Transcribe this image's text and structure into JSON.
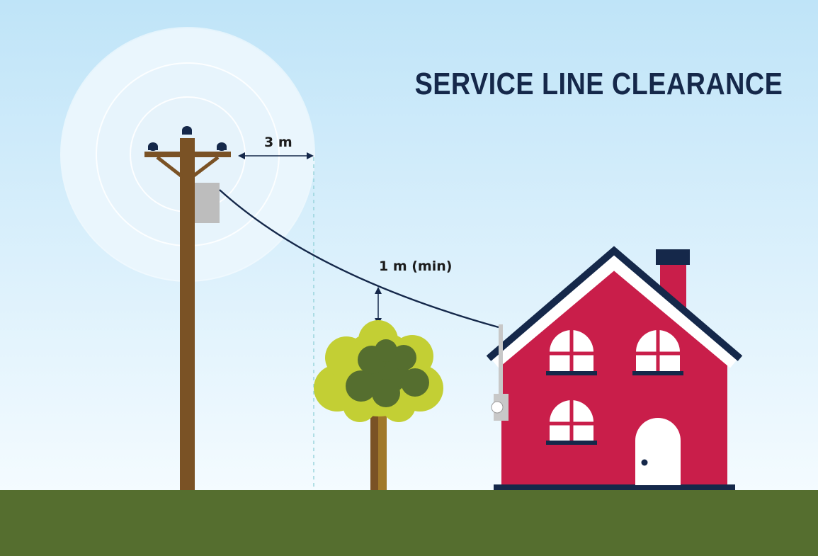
{
  "title": "SERVICE LINE CLEARANCE",
  "labels": {
    "horizontal_clearance": "3 m",
    "vertical_clearance": "1 m (min)"
  },
  "colors": {
    "sky_top": "#bfe4f8",
    "sky_bottom": "#f3faff",
    "ground": "#556e2f",
    "title": "#15284a",
    "house_wall": "#c91e4a",
    "roof_trim": "#15284a",
    "pole": "#7a5225",
    "tree_light": "#c3cf34",
    "tree_dark": "#556e2f"
  }
}
